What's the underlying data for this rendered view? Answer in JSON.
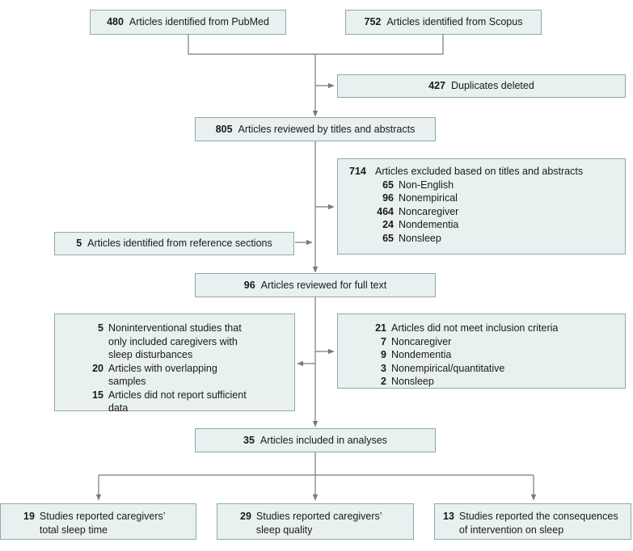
{
  "boxes": {
    "pubmed": {
      "n": "480",
      "text": "Articles identified from PubMed"
    },
    "scopus": {
      "n": "752",
      "text": "Articles identified from Scopus"
    },
    "duplicates": {
      "n": "427",
      "text": "Duplicates deleted"
    },
    "reviewed_titles": {
      "n": "805",
      "text": "Articles reviewed by titles and abstracts"
    },
    "excluded_titles": {
      "n": "714",
      "text": "Articles excluded based on titles and abstracts",
      "items": [
        {
          "n": "65",
          "text": "Non-English"
        },
        {
          "n": "96",
          "text": "Nonempirical"
        },
        {
          "n": "464",
          "text": "Noncaregiver"
        },
        {
          "n": "24",
          "text": "Nondementia"
        },
        {
          "n": "65",
          "text": "Nonsleep"
        }
      ]
    },
    "reference_sections": {
      "n": "5",
      "text": "Articles identified from reference sections"
    },
    "full_text": {
      "n": "96",
      "text": "Articles reviewed for full text"
    },
    "left_excluded": {
      "items": [
        {
          "n": "5",
          "lines": [
            "Noninterventional studies that",
            "only included caregivers with",
            "sleep disturbances"
          ]
        },
        {
          "n": "20",
          "lines": [
            "Articles with overlapping",
            "samples"
          ]
        },
        {
          "n": "15",
          "lines": [
            "Articles did not report sufficient",
            "data"
          ]
        }
      ]
    },
    "criteria": {
      "n": "21",
      "text": "Articles did not meet inclusion criteria",
      "items": [
        {
          "n": "7",
          "text": "Noncaregiver"
        },
        {
          "n": "9",
          "text": "Nondementia"
        },
        {
          "n": "3",
          "text": "Nonempirical/quantitative"
        },
        {
          "n": "2",
          "text": "Nonsleep"
        }
      ]
    },
    "included": {
      "n": "35",
      "text": "Articles included in analyses"
    },
    "sleep_time": {
      "n": "19",
      "lines": [
        "Studies reported caregivers’",
        "total sleep time"
      ]
    },
    "sleep_quality": {
      "n": "29",
      "lines": [
        "Studies reported caregivers’",
        "sleep quality"
      ]
    },
    "consequences": {
      "n": "13",
      "lines": [
        "Studies reported the consequences",
        "of intervention on sleep"
      ]
    }
  },
  "colors": {
    "box_fill": "#e8f0f0",
    "box_border": "#8fa9ad",
    "connector": "#7a7a7a"
  }
}
